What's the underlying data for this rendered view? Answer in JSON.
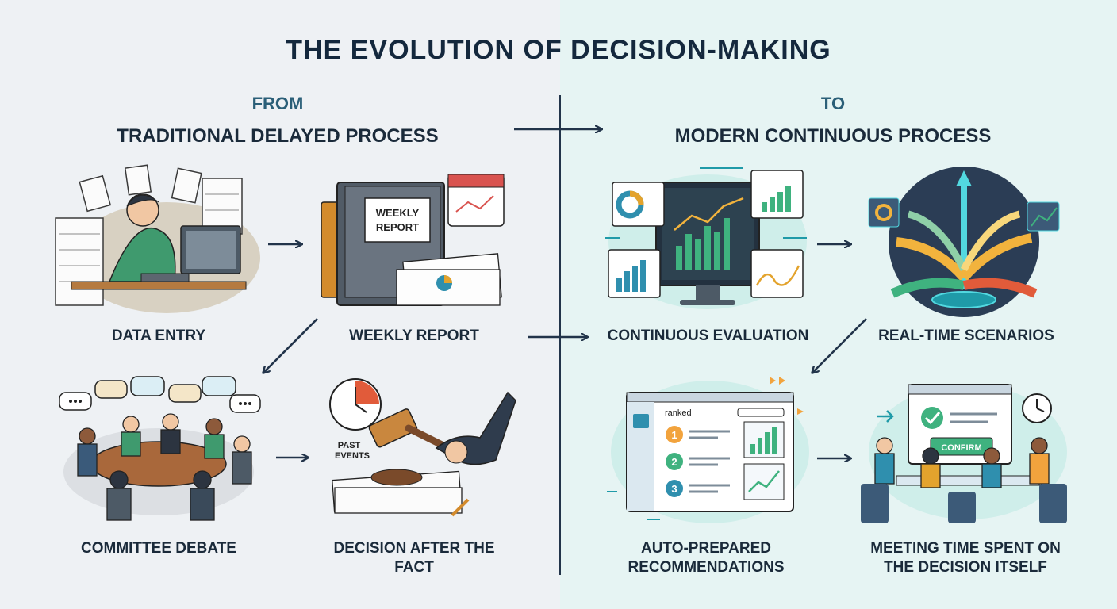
{
  "title": "THE EVOLUTION OF DECISION-MAKING",
  "left": {
    "prefix": "FROM",
    "heading": "TRADITIONAL DELAYED PROCESS",
    "steps": [
      {
        "label": "DATA ENTRY",
        "icon": "data-entry-illustration"
      },
      {
        "label": "WEEKLY REPORT",
        "icon": "weekly-report-illustration",
        "binder_text": "WEEKLY REPORT"
      },
      {
        "label": "COMMITTEE DEBATE",
        "icon": "committee-debate-illustration"
      },
      {
        "label": "DECISION AFTER THE FACT",
        "icon": "gavel-illustration",
        "note": "PAST EVENTS"
      }
    ]
  },
  "right": {
    "prefix": "TO",
    "heading": "MODERN CONTINUOUS PROCESS",
    "steps": [
      {
        "label": "CONTINUOUS EVALUATION",
        "icon": "dashboard-monitor-illustration"
      },
      {
        "label": "REAL-TIME SCENARIOS",
        "icon": "scenario-arrows-illustration"
      },
      {
        "label": "AUTO-PREPARED RECOMMENDATIONS",
        "icon": "ranked-recommendations-illustration",
        "panel_text": "ranked",
        "ranks": [
          "1",
          "2",
          "3"
        ]
      },
      {
        "label": "MEETING TIME SPENT ON THE DECISION ITSELF",
        "icon": "meeting-confirm-illustration",
        "button_text": "CONFIRM"
      }
    ]
  },
  "colors": {
    "left_bg": "#eef1f4",
    "right_bg": "#e6f4f3",
    "accent_teal": "#1f9aa8",
    "dark": "#22344a"
  }
}
